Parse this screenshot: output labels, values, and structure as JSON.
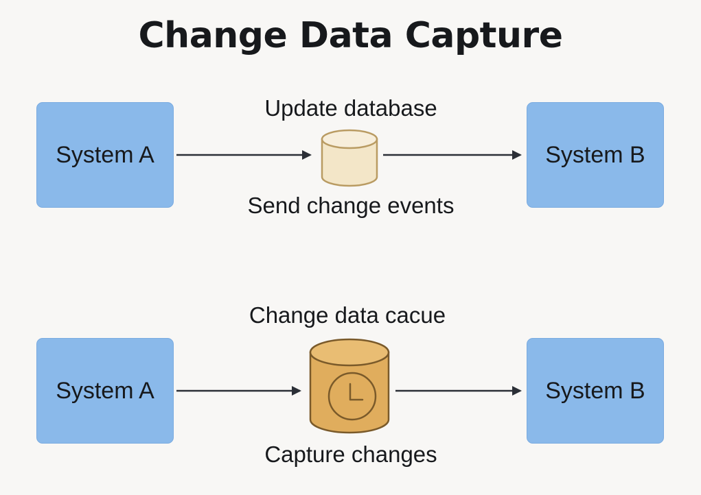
{
  "title": "Change Data Capture",
  "top_flow": {
    "source": "System A",
    "target": "System B",
    "label_above": "Update database",
    "label_below": "Send change events",
    "store_icon": "database-cylinder-icon",
    "store_color": "#f3e6c8"
  },
  "bottom_flow": {
    "source": "System A",
    "target": "System B",
    "label_above": "Change data cacue",
    "label_below": "Capture changes",
    "store_icon": "clock-cylinder-icon",
    "store_color": "#e0ad5d"
  },
  "colors": {
    "box_fill": "#8ab9ea",
    "arrow": "#2b2f36"
  }
}
